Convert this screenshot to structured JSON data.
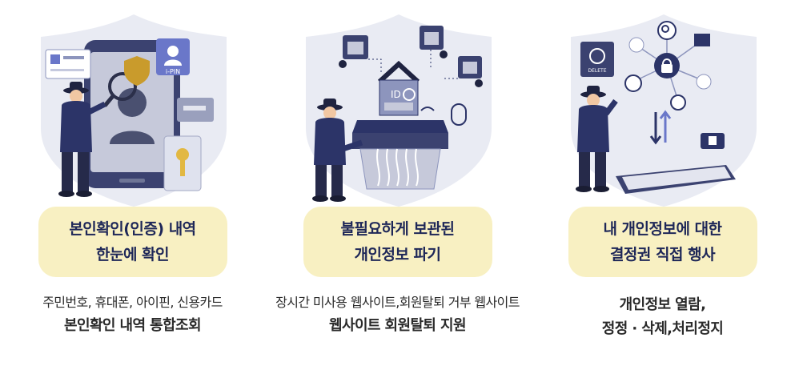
{
  "panels": [
    {
      "title_line1": "본인확인(인증) 내역",
      "title_line2": "한눈에 확인",
      "desc_line1": "주민번호, 휴대폰, 아이핀, 신용카드",
      "desc_line2": "본인확인 내역 통합조회",
      "badge_label": "i-PIN"
    },
    {
      "title_line1": "불필요하게 보관된",
      "title_line2": "개인정보 파기",
      "desc_line1": "장시간 미사용 웹사이트,회원탈퇴 거부 웹사이트",
      "desc_line2": "웹사이트 회원탈퇴 지원",
      "id_label": "ID"
    },
    {
      "title_line1": "내 개인정보에 대한",
      "title_line2": "결정권 직접 행사",
      "desc_line1": "개인정보 열람,",
      "desc_line2": "정정 · 삭제,처리정지",
      "delete_label": "DELETE"
    }
  ],
  "colors": {
    "pill_bg": "#f8f0c2",
    "title_text": "#1e2758",
    "shield_bg": "#e9ebf3",
    "navy": "#2c3468",
    "accent": "#6a77c9"
  }
}
